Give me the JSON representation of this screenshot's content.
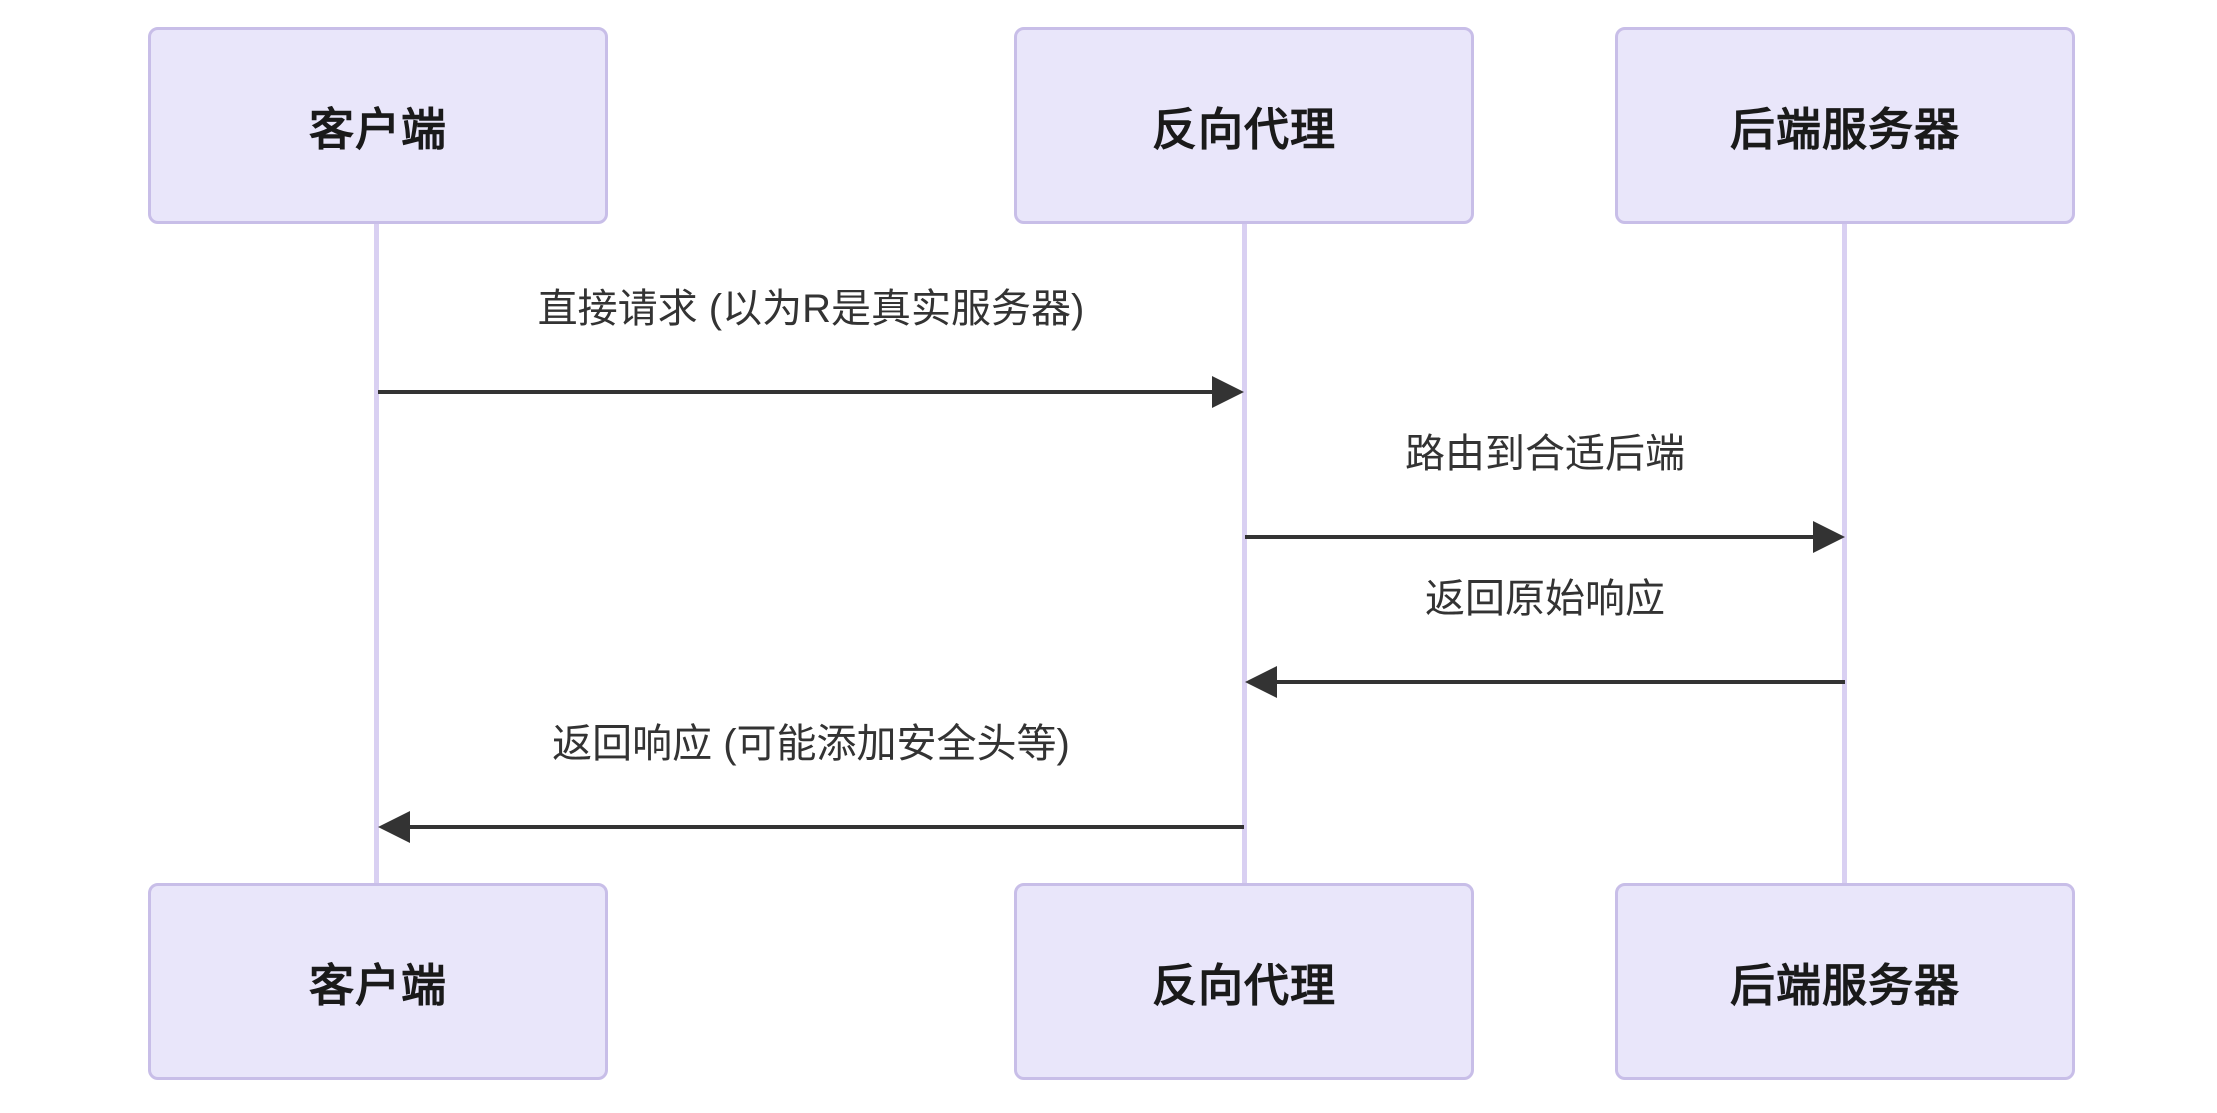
{
  "diagram": {
    "kind": "sequence-diagram",
    "topic": "reverse-proxy-request-flow",
    "actors": [
      {
        "id": "client",
        "label": "客户端"
      },
      {
        "id": "reverse-proxy",
        "label": "反向代理"
      },
      {
        "id": "backend-server",
        "label": "后端服务器"
      }
    ],
    "messages": [
      {
        "from": "client",
        "to": "reverse-proxy",
        "label": "直接请求 (以为R是真实服务器)",
        "direction": "right",
        "line_style": "solid"
      },
      {
        "from": "reverse-proxy",
        "to": "backend-server",
        "label": "路由到合适后端",
        "direction": "right",
        "line_style": "solid"
      },
      {
        "from": "backend-server",
        "to": "reverse-proxy",
        "label": "返回原始响应",
        "direction": "left",
        "line_style": "solid"
      },
      {
        "from": "reverse-proxy",
        "to": "client",
        "label": "返回响应 (可能添加安全头等)",
        "direction": "left",
        "line_style": "solid"
      }
    ],
    "colors": {
      "background": "#ffffff",
      "actor_fill": "#e9e6fa",
      "actor_border": "#c8bee8",
      "actor_text": "#1a1a1a",
      "lifeline": "#d9d0f2",
      "arrow": "#333333",
      "message_text": "#333333"
    }
  }
}
